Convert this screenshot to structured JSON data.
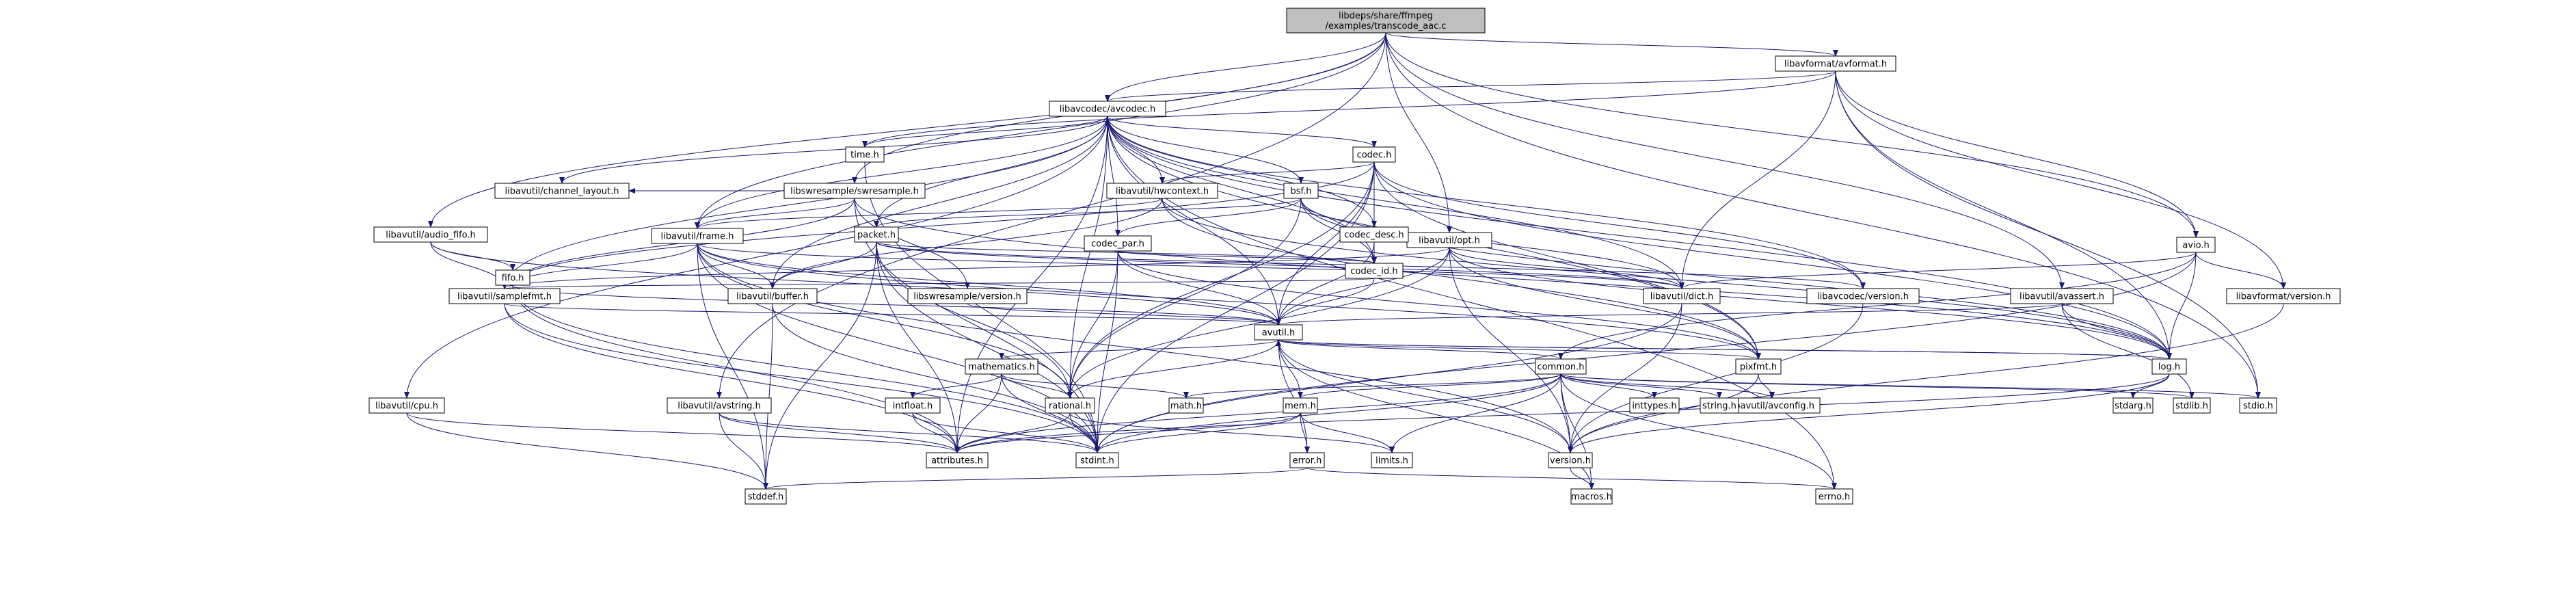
{
  "diagram": {
    "root_color": "#bfbfbf",
    "node_color": "#ffffff",
    "external_color": "#ffffff",
    "external_border": "#bfbfbf",
    "edge_color": "#191970",
    "nodes": [
      {
        "id": "root",
        "lines": [
          "libdeps/share/ffmpeg",
          "/examples/transcode_aac.c"
        ],
        "kind": "root"
      },
      {
        "id": "avformat",
        "lines": [
          "libavformat/avformat.h"
        ],
        "kind": "file"
      },
      {
        "id": "avcodec",
        "lines": [
          "libavcodec/avcodec.h"
        ],
        "kind": "file"
      },
      {
        "id": "avio",
        "lines": [
          "avio.h"
        ],
        "kind": "file"
      },
      {
        "id": "avassert",
        "lines": [
          "libavutil/avassert.h"
        ],
        "kind": "file"
      },
      {
        "id": "opt",
        "lines": [
          "libavutil/opt.h"
        ],
        "kind": "file"
      },
      {
        "id": "swresample",
        "lines": [
          "libswresample/swresample.h"
        ],
        "kind": "file"
      },
      {
        "id": "audio_fifo",
        "lines": [
          "libavutil/audio_fifo.h"
        ],
        "kind": "file"
      },
      {
        "id": "time",
        "lines": [
          "time.h"
        ],
        "kind": "file"
      },
      {
        "id": "codec",
        "lines": [
          "codec.h"
        ],
        "kind": "file"
      },
      {
        "id": "hwcontext",
        "lines": [
          "libavutil/hwcontext.h"
        ],
        "kind": "file"
      },
      {
        "id": "bsf",
        "lines": [
          "bsf.h"
        ],
        "kind": "file"
      },
      {
        "id": "frame",
        "lines": [
          "libavutil/frame.h"
        ],
        "kind": "file"
      },
      {
        "id": "channel_layout",
        "lines": [
          "libavutil/channel_layout.h"
        ],
        "kind": "file"
      },
      {
        "id": "packet",
        "lines": [
          "packet.h"
        ],
        "kind": "file"
      },
      {
        "id": "codec_par",
        "lines": [
          "codec_par.h"
        ],
        "kind": "file"
      },
      {
        "id": "codec_desc",
        "lines": [
          "codec_desc.h"
        ],
        "kind": "file"
      },
      {
        "id": "codec_id",
        "lines": [
          "codec_id.h"
        ],
        "kind": "file"
      },
      {
        "id": "fifo",
        "lines": [
          "fifo.h"
        ],
        "kind": "file"
      },
      {
        "id": "samplefmt",
        "lines": [
          "libavutil/samplefmt.h"
        ],
        "kind": "file"
      },
      {
        "id": "buffer",
        "lines": [
          "libavutil/buffer.h"
        ],
        "kind": "file"
      },
      {
        "id": "swr_version",
        "lines": [
          "libswresample/version.h"
        ],
        "kind": "file"
      },
      {
        "id": "dict",
        "lines": [
          "libavutil/dict.h"
        ],
        "kind": "file"
      },
      {
        "id": "avc_version",
        "lines": [
          "libavcodec/version.h"
        ],
        "kind": "file"
      },
      {
        "id": "avf_version",
        "lines": [
          "libavformat/version.h"
        ],
        "kind": "file"
      },
      {
        "id": "avutil",
        "lines": [
          "avutil.h"
        ],
        "kind": "file"
      },
      {
        "id": "cpu",
        "lines": [
          "libavutil/cpu.h"
        ],
        "kind": "file"
      },
      {
        "id": "mathematics",
        "lines": [
          "mathematics.h"
        ],
        "kind": "file"
      },
      {
        "id": "common",
        "lines": [
          "common.h"
        ],
        "kind": "file"
      },
      {
        "id": "pixfmt",
        "lines": [
          "pixfmt.h"
        ],
        "kind": "file"
      },
      {
        "id": "log",
        "lines": [
          "log.h"
        ],
        "kind": "file"
      },
      {
        "id": "intfloat",
        "lines": [
          "intfloat.h"
        ],
        "kind": "file"
      },
      {
        "id": "avstring",
        "lines": [
          "libavutil/avstring.h"
        ],
        "kind": "file"
      },
      {
        "id": "rational",
        "lines": [
          "rational.h"
        ],
        "kind": "file"
      },
      {
        "id": "mem",
        "lines": [
          "mem.h"
        ],
        "kind": "file"
      },
      {
        "id": "avconfig",
        "lines": [
          "libavutil/avconfig.h"
        ],
        "kind": "file"
      },
      {
        "id": "attributes",
        "lines": [
          "attributes.h"
        ],
        "kind": "file"
      },
      {
        "id": "stdint",
        "lines": [
          "stdint.h"
        ],
        "kind": "ext"
      },
      {
        "id": "error",
        "lines": [
          "error.h"
        ],
        "kind": "file"
      },
      {
        "id": "version",
        "lines": [
          "version.h"
        ],
        "kind": "file"
      },
      {
        "id": "limits",
        "lines": [
          "limits.h"
        ],
        "kind": "ext"
      },
      {
        "id": "macros",
        "lines": [
          "macros.h"
        ],
        "kind": "file"
      },
      {
        "id": "errno",
        "lines": [
          "errno.h"
        ],
        "kind": "ext"
      },
      {
        "id": "stddef",
        "lines": [
          "stddef.h"
        ],
        "kind": "ext"
      },
      {
        "id": "math",
        "lines": [
          "math.h"
        ],
        "kind": "ext"
      },
      {
        "id": "inttypes",
        "lines": [
          "inttypes.h"
        ],
        "kind": "ext"
      },
      {
        "id": "string",
        "lines": [
          "string.h"
        ],
        "kind": "ext"
      },
      {
        "id": "stdarg",
        "lines": [
          "stdarg.h"
        ],
        "kind": "ext"
      },
      {
        "id": "stdlib",
        "lines": [
          "stdlib.h"
        ],
        "kind": "ext"
      },
      {
        "id": "stdio",
        "lines": [
          "stdio.h"
        ],
        "kind": "ext"
      }
    ],
    "edges": [
      [
        "root",
        "avformat"
      ],
      [
        "root",
        "avcodec"
      ],
      [
        "root",
        "avio"
      ],
      [
        "root",
        "avassert"
      ],
      [
        "root",
        "opt"
      ],
      [
        "root",
        "swresample"
      ],
      [
        "root",
        "audio_fifo"
      ],
      [
        "root",
        "frame"
      ],
      [
        "root",
        "avstring"
      ],
      [
        "root",
        "stdio"
      ],
      [
        "avformat",
        "avcodec"
      ],
      [
        "avformat",
        "avio"
      ],
      [
        "avformat",
        "avf_version"
      ],
      [
        "avformat",
        "dict"
      ],
      [
        "avformat",
        "log"
      ],
      [
        "avformat",
        "stdio"
      ],
      [
        "avformat",
        "time"
      ],
      [
        "avcodec",
        "codec"
      ],
      [
        "avcodec",
        "hwcontext"
      ],
      [
        "avcodec",
        "bsf"
      ],
      [
        "avcodec",
        "frame"
      ],
      [
        "avcodec",
        "channel_layout"
      ],
      [
        "avcodec",
        "packet"
      ],
      [
        "avcodec",
        "codec_par"
      ],
      [
        "avcodec",
        "codec_desc"
      ],
      [
        "avcodec",
        "codec_id"
      ],
      [
        "avcodec",
        "samplefmt"
      ],
      [
        "avcodec",
        "buffer"
      ],
      [
        "avcodec",
        "dict"
      ],
      [
        "avcodec",
        "avc_version"
      ],
      [
        "avcodec",
        "avutil"
      ],
      [
        "avcodec",
        "cpu"
      ],
      [
        "avcodec",
        "log"
      ],
      [
        "avcodec",
        "pixfmt"
      ],
      [
        "avcodec",
        "rational"
      ],
      [
        "avcodec",
        "attributes"
      ],
      [
        "avcodec",
        "errno"
      ],
      [
        "avcodec",
        "time"
      ],
      [
        "avio",
        "dict"
      ],
      [
        "avio",
        "log"
      ],
      [
        "avio",
        "avf_version"
      ],
      [
        "avio",
        "common"
      ],
      [
        "avio",
        "stdint"
      ],
      [
        "avassert",
        "avutil"
      ],
      [
        "avassert",
        "log"
      ],
      [
        "avassert",
        "stdlib"
      ],
      [
        "opt",
        "avutil"
      ],
      [
        "opt",
        "dict"
      ],
      [
        "opt",
        "log"
      ],
      [
        "opt",
        "pixfmt"
      ],
      [
        "opt",
        "rational"
      ],
      [
        "opt",
        "samplefmt"
      ],
      [
        "opt",
        "version"
      ],
      [
        "swresample",
        "channel_layout"
      ],
      [
        "swresample",
        "frame"
      ],
      [
        "swresample",
        "log"
      ],
      [
        "swresample",
        "samplefmt"
      ],
      [
        "swresample",
        "swr_version"
      ],
      [
        "swresample",
        "stdint"
      ],
      [
        "audio_fifo",
        "avutil"
      ],
      [
        "audio_fifo",
        "fifo"
      ],
      [
        "audio_fifo",
        "samplefmt"
      ],
      [
        "time",
        "stdint"
      ],
      [
        "codec",
        "avutil"
      ],
      [
        "codec",
        "hwcontext"
      ],
      [
        "codec",
        "log"
      ],
      [
        "codec",
        "pixfmt"
      ],
      [
        "codec",
        "rational"
      ],
      [
        "codec",
        "samplefmt"
      ],
      [
        "codec",
        "codec_id"
      ],
      [
        "codec",
        "avc_version"
      ],
      [
        "codec",
        "stdint"
      ],
      [
        "hwcontext",
        "buffer"
      ],
      [
        "hwcontext",
        "frame"
      ],
      [
        "hwcontext",
        "log"
      ],
      [
        "hwcontext",
        "pixfmt"
      ],
      [
        "bsf",
        "dict"
      ],
      [
        "bsf",
        "log"
      ],
      [
        "bsf",
        "rational"
      ],
      [
        "bsf",
        "codec_id"
      ],
      [
        "bsf",
        "codec_par"
      ],
      [
        "bsf",
        "packet"
      ],
      [
        "frame",
        "avutil"
      ],
      [
        "frame",
        "buffer"
      ],
      [
        "frame",
        "dict"
      ],
      [
        "frame",
        "rational"
      ],
      [
        "frame",
        "samplefmt"
      ],
      [
        "frame",
        "pixfmt"
      ],
      [
        "frame",
        "version"
      ],
      [
        "frame",
        "stddef"
      ],
      [
        "frame",
        "stdint"
      ],
      [
        "packet",
        "attributes"
      ],
      [
        "packet",
        "buffer"
      ],
      [
        "packet",
        "dict"
      ],
      [
        "packet",
        "rational"
      ],
      [
        "packet",
        "codec_id"
      ],
      [
        "packet",
        "avc_version"
      ],
      [
        "packet",
        "stddef"
      ],
      [
        "packet",
        "stdint"
      ],
      [
        "codec_par",
        "avutil"
      ],
      [
        "codec_par",
        "rational"
      ],
      [
        "codec_par",
        "pixfmt"
      ],
      [
        "codec_par",
        "codec_id"
      ],
      [
        "codec_par",
        "stdint"
      ],
      [
        "codec_desc",
        "avutil"
      ],
      [
        "codec_desc",
        "codec_id"
      ],
      [
        "codec_id",
        "avutil"
      ],
      [
        "codec_id",
        "samplefmt"
      ],
      [
        "fifo",
        "avutil"
      ],
      [
        "fifo",
        "attributes"
      ],
      [
        "fifo",
        "stdint"
      ],
      [
        "samplefmt",
        "avutil"
      ],
      [
        "samplefmt",
        "attributes"
      ],
      [
        "samplefmt",
        "stdint"
      ],
      [
        "buffer",
        "stddef"
      ],
      [
        "buffer",
        "stdint"
      ],
      [
        "swr_version",
        "avutil"
      ],
      [
        "dict",
        "stdint"
      ],
      [
        "dict",
        "version"
      ],
      [
        "avc_version",
        "version"
      ],
      [
        "avf_version",
        "version"
      ],
      [
        "avutil",
        "common"
      ],
      [
        "avutil",
        "error"
      ],
      [
        "avutil",
        "rational"
      ],
      [
        "avutil",
        "version"
      ],
      [
        "avutil",
        "macros"
      ],
      [
        "avutil",
        "mathematics"
      ],
      [
        "avutil",
        "log"
      ],
      [
        "avutil",
        "pixfmt"
      ],
      [
        "cpu",
        "stddef"
      ],
      [
        "cpu",
        "attributes"
      ],
      [
        "mathematics",
        "stdint"
      ],
      [
        "mathematics",
        "math"
      ],
      [
        "mathematics",
        "attributes"
      ],
      [
        "mathematics",
        "rational"
      ],
      [
        "mathematics",
        "intfloat"
      ],
      [
        "common",
        "errno"
      ],
      [
        "common",
        "inttypes"
      ],
      [
        "common",
        "limits"
      ],
      [
        "common",
        "math"
      ],
      [
        "common",
        "stdint"
      ],
      [
        "common",
        "stdio"
      ],
      [
        "common",
        "stdlib"
      ],
      [
        "common",
        "string"
      ],
      [
        "common",
        "attributes"
      ],
      [
        "common",
        "macros"
      ],
      [
        "common",
        "version"
      ],
      [
        "common",
        "avconfig"
      ],
      [
        "common",
        "mem"
      ],
      [
        "pixfmt",
        "avconfig"
      ],
      [
        "pixfmt",
        "version"
      ],
      [
        "log",
        "stdarg"
      ],
      [
        "log",
        "avutil"
      ],
      [
        "log",
        "attributes"
      ],
      [
        "log",
        "version"
      ],
      [
        "intfloat",
        "stdint"
      ],
      [
        "intfloat",
        "attributes"
      ],
      [
        "avstring",
        "stddef"
      ],
      [
        "avstring",
        "stdint"
      ],
      [
        "avstring",
        "attributes"
      ],
      [
        "rational",
        "stdint"
      ],
      [
        "rational",
        "limits"
      ],
      [
        "rational",
        "attributes"
      ],
      [
        "mem",
        "limits"
      ],
      [
        "mem",
        "stdint"
      ],
      [
        "mem",
        "attributes"
      ],
      [
        "mem",
        "error"
      ],
      [
        "mem",
        "avutil"
      ],
      [
        "error",
        "errno"
      ],
      [
        "error",
        "stddef"
      ],
      [
        "version",
        "macros"
      ]
    ]
  }
}
